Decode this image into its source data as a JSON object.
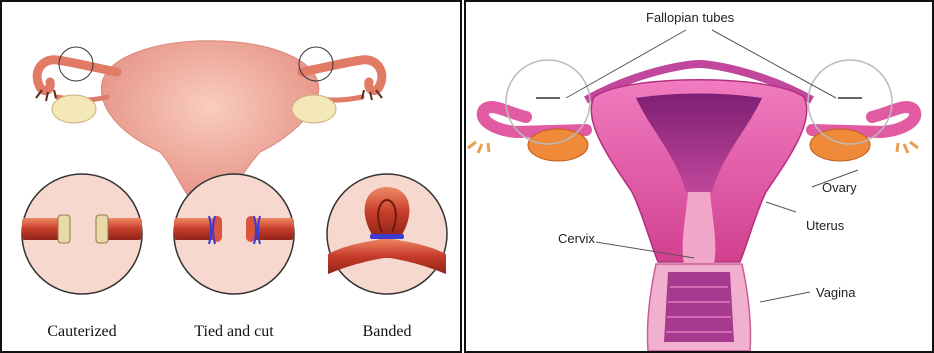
{
  "left_panel": {
    "captions": {
      "cauterized": "Cauterized",
      "tied_and_cut": "Tied and cut",
      "banded": "Banded"
    }
  },
  "right_panel": {
    "labels": {
      "fallopian_tubes": "Fallopian tubes",
      "ovary": "Ovary",
      "uterus": "Uterus",
      "cervix": "Cervix",
      "vagina": "Vagina"
    }
  },
  "colors": {
    "uterus_pink": "#f2b3a6",
    "tube_red": "#d2452f",
    "circle_fill": "#f6d8cf",
    "band_blue": "#3b3bd6",
    "right_magenta": "#e0449a",
    "right_purple": "#9b2f8c"
  }
}
